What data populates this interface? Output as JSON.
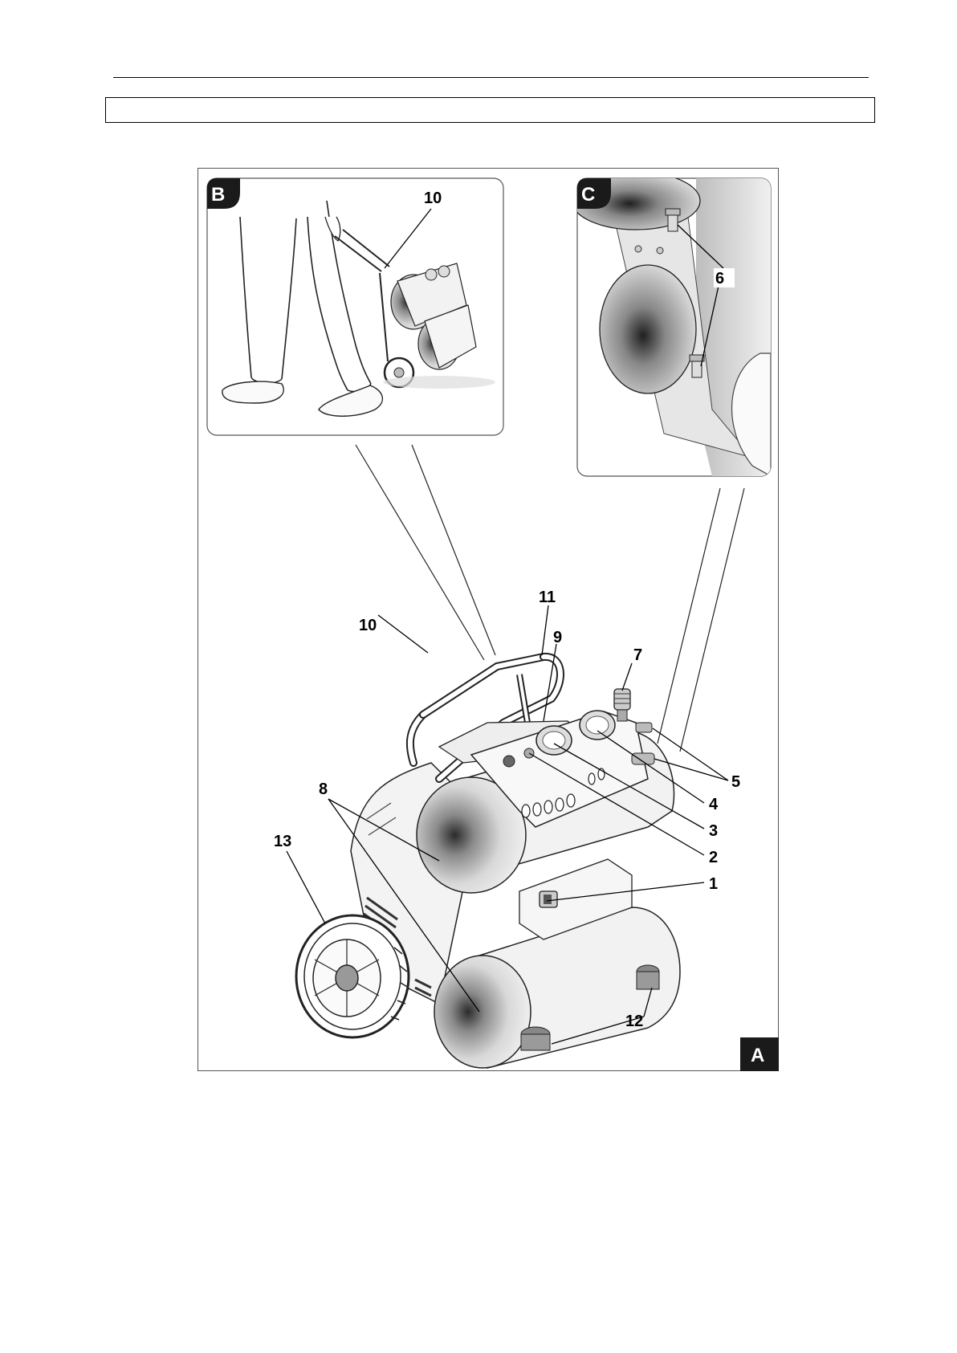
{
  "page": {
    "header_rule": true,
    "title_box_text": ""
  },
  "figure": {
    "panel_a": {
      "tag": "A",
      "callouts": [
        "1",
        "2",
        "3",
        "4",
        "5",
        "6",
        "7",
        "8",
        "9",
        "10",
        "11",
        "12",
        "13"
      ]
    },
    "panel_b": {
      "tag": "B",
      "callouts": [
        "10"
      ]
    },
    "panel_c": {
      "tag": "C",
      "callouts": [
        "6"
      ]
    }
  },
  "colors": {
    "line": "#000000",
    "tag_bg": "#1a1a1a",
    "shade": "#9a9a9a",
    "body": "#f2f2f2"
  }
}
